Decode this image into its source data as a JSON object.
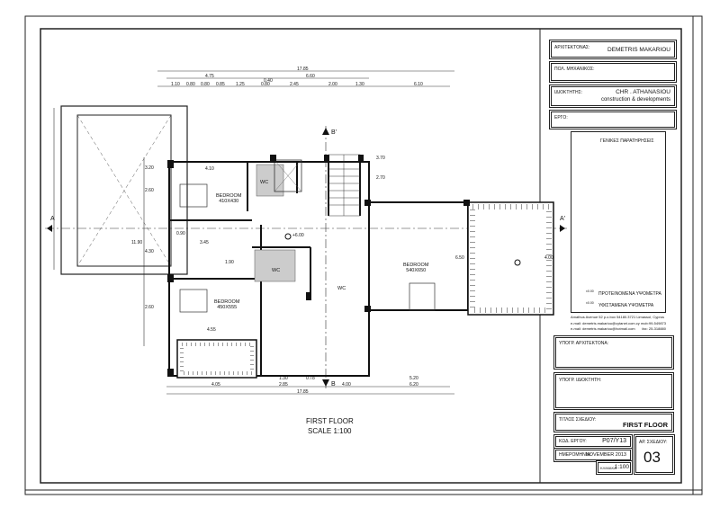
{
  "title_block": {
    "architect_label": "ΑΡΧΙΤΕΚΤΟΝΑΣ:",
    "architect_name": "DEMETRIS MAKARIOU",
    "civil_engineer_label": "ΠΟΛ. ΜΗΧΑΝΙΚΟΣ:",
    "developer_label": "ΙΔΙΟΚΤΗΤΗΣ:",
    "developer_name_1": "CHR . ATHANASIOU",
    "developer_name_2": "construction & developments",
    "project_label": "ΕΡΓΟ:",
    "notes_heading": "ΓΕΝΙΚΕΣ ΠΑΡΑΤΗΡΗΣΕΙΣ",
    "legend_proposed": "ΠΡΟΤΕΙΝΟΜΕΝΑ ΥΨΟΜΕΤΡΑ",
    "legend_existing": "ΥΦΙΣΤΑΜΕΝΑ ΥΨΟΜΕΤΡΑ",
    "legend_value": "±0.00",
    "contact_address": "Amathus Avenue 52 p.o.box 54180.3721 Limassol, Cyprus",
    "contact_email_1": "e-mail: demetris.makariou@cytanet.com.cy",
    "contact_mob": "mob:99-549873",
    "contact_email_2": "e-mail: demetris.makariou@hotmail.com",
    "contact_fax": "fax: 25-318880",
    "architect_signature_label": "ΥΠΟΓΡ. ΑΡΧΙΤΕΚΤΟΝΑ:",
    "owner_signature_label": "ΥΠΟΓΡ. ΙΔΙΟΚΤΗΤΗ:",
    "drawing_title_label": "ΤΙΤΛΟΣ ΣΧΕΔΙΟΥ:",
    "drawing_title": "FIRST FLOOR",
    "project_code_label": "ΚΩΔ. ΕΡΓΟΥ:",
    "project_code": "P07/Y13",
    "date_label": "ΗΜΕΡΟΜΗΝΙΑ:",
    "date": "NOVEMBER 2013",
    "scale_label": "ΚΛΙΜΑΚΑ",
    "scale": "1:100",
    "drawing_no_label": "ΑΡ. ΣΧΕΔΙΟΥ:",
    "drawing_no": "03"
  },
  "plan": {
    "title": "FIRST FLOOR",
    "scale": "SCALE 1:100",
    "rooms": [
      {
        "name": "BEDROOM",
        "size": "410X430"
      },
      {
        "name": "BEDROOM",
        "size": "450X555"
      },
      {
        "name": "BEDROOM",
        "size": "540X650"
      }
    ],
    "wc_label": "WC",
    "section_a": "A",
    "section_a2": "A'",
    "section_b": "B",
    "section_b2": "B'",
    "top_dims": {
      "total": "17.85",
      "row2": [
        "4.75",
        "6.60"
      ],
      "row3": [
        "1.10",
        "0.80",
        "0.80",
        "0.85",
        "1.25",
        "0.80",
        "2.45",
        "2.00",
        "1.30",
        "6.10"
      ],
      "extra": "0.40"
    },
    "bottom_dims": {
      "total": "17.85",
      "row1": [
        "4.05",
        "2.85",
        "4.00",
        "6.20"
      ],
      "row2": [
        "1.30",
        "0.78",
        "5.20"
      ]
    },
    "left_dims": [
      "11.90",
      "4.30",
      "2.60",
      "2.60",
      "3.20",
      "0.90"
    ],
    "misc_dims": [
      "4.10",
      "4.55",
      "3.45",
      "1.90",
      "6.50",
      "2.70",
      "3.70",
      "4.00"
    ],
    "level": "+6.00"
  }
}
